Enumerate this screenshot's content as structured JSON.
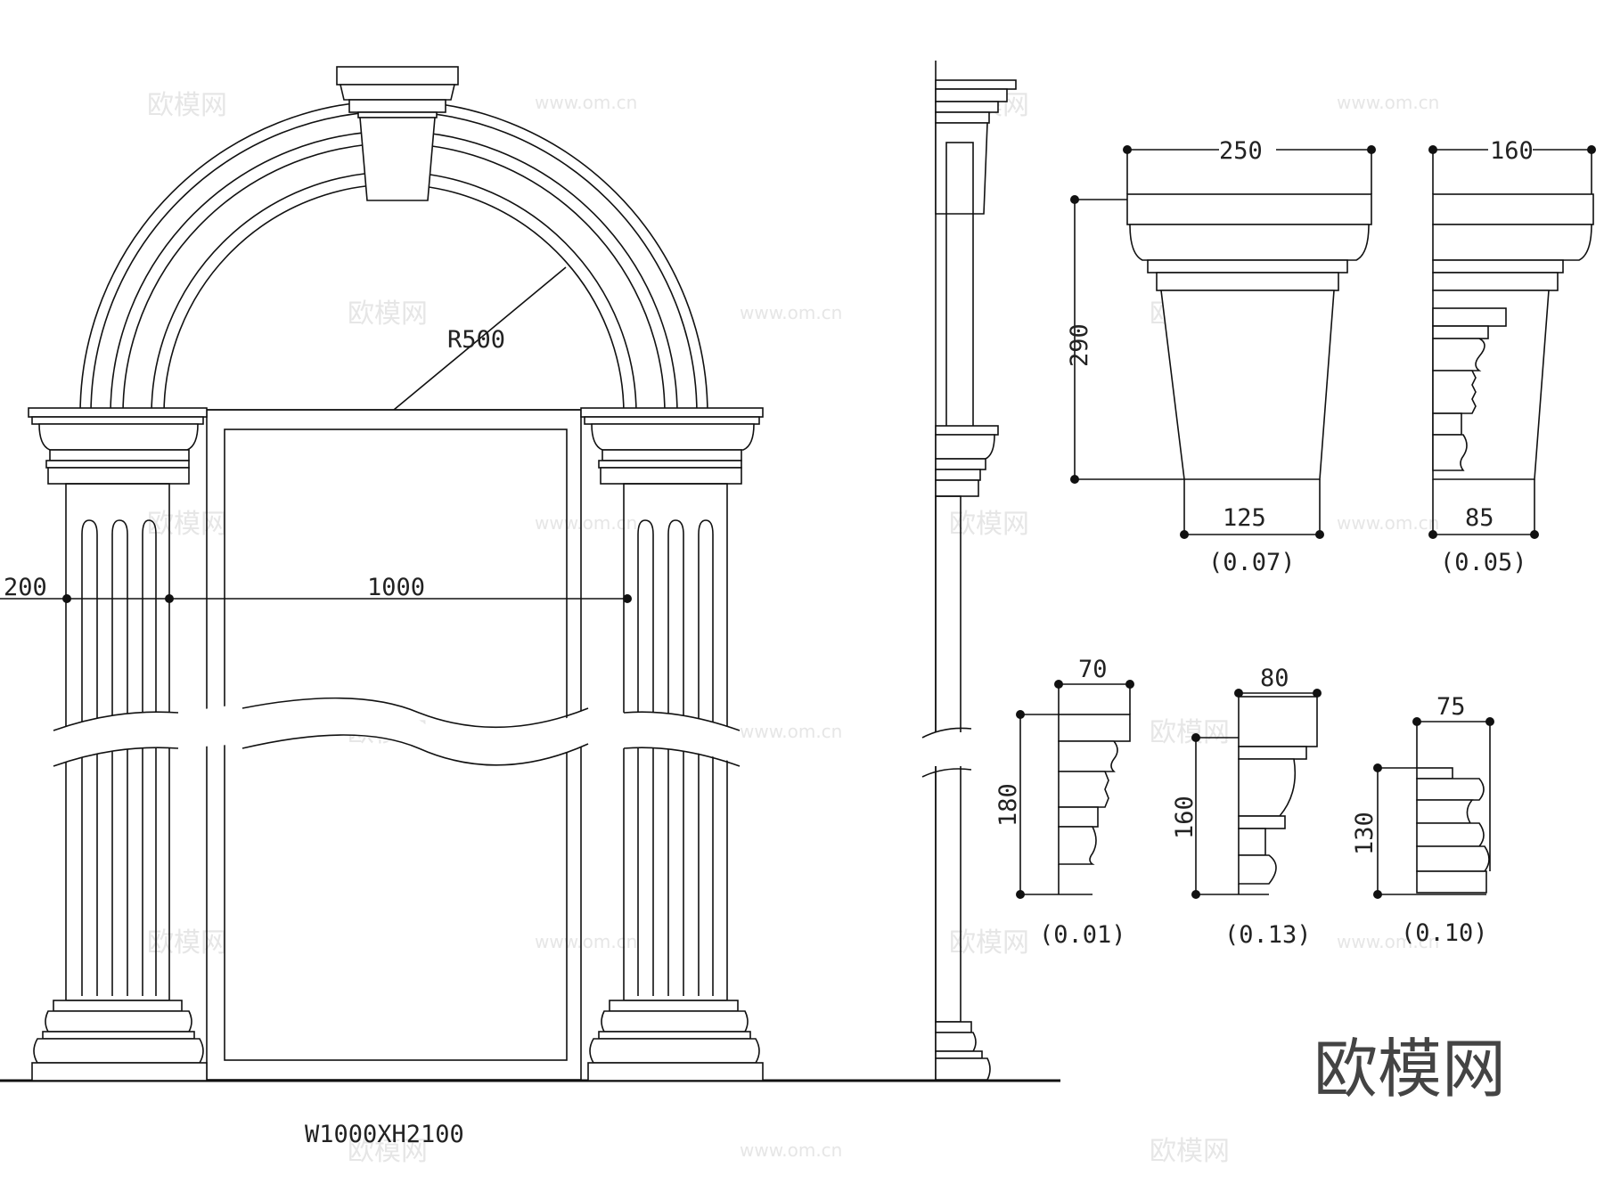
{
  "drawing": {
    "arch_radius_label": "R500",
    "column_width_label": "200",
    "opening_width_label": "1000",
    "size_caption": "W1000XH2100"
  },
  "keystone_front": {
    "top_width": "250",
    "height": "290",
    "bottom_width": "125",
    "volume": "(0.07)"
  },
  "keystone_side": {
    "top_width": "160",
    "bottom_width": "85",
    "volume": "(0.05)"
  },
  "moulding_a": {
    "width": "70",
    "height": "180",
    "volume": "(0.01)"
  },
  "moulding_b": {
    "width": "80",
    "height": "160",
    "volume": "(0.13)"
  },
  "moulding_c": {
    "width": "75",
    "height": "130",
    "volume": "(0.10)"
  },
  "watermark": {
    "brand": "欧模网",
    "url": "www.om.cn",
    "brand_small": "欧模网"
  },
  "colors": {
    "line": "#111111",
    "watermark": "#e6e6e6",
    "brand": "#444444"
  }
}
